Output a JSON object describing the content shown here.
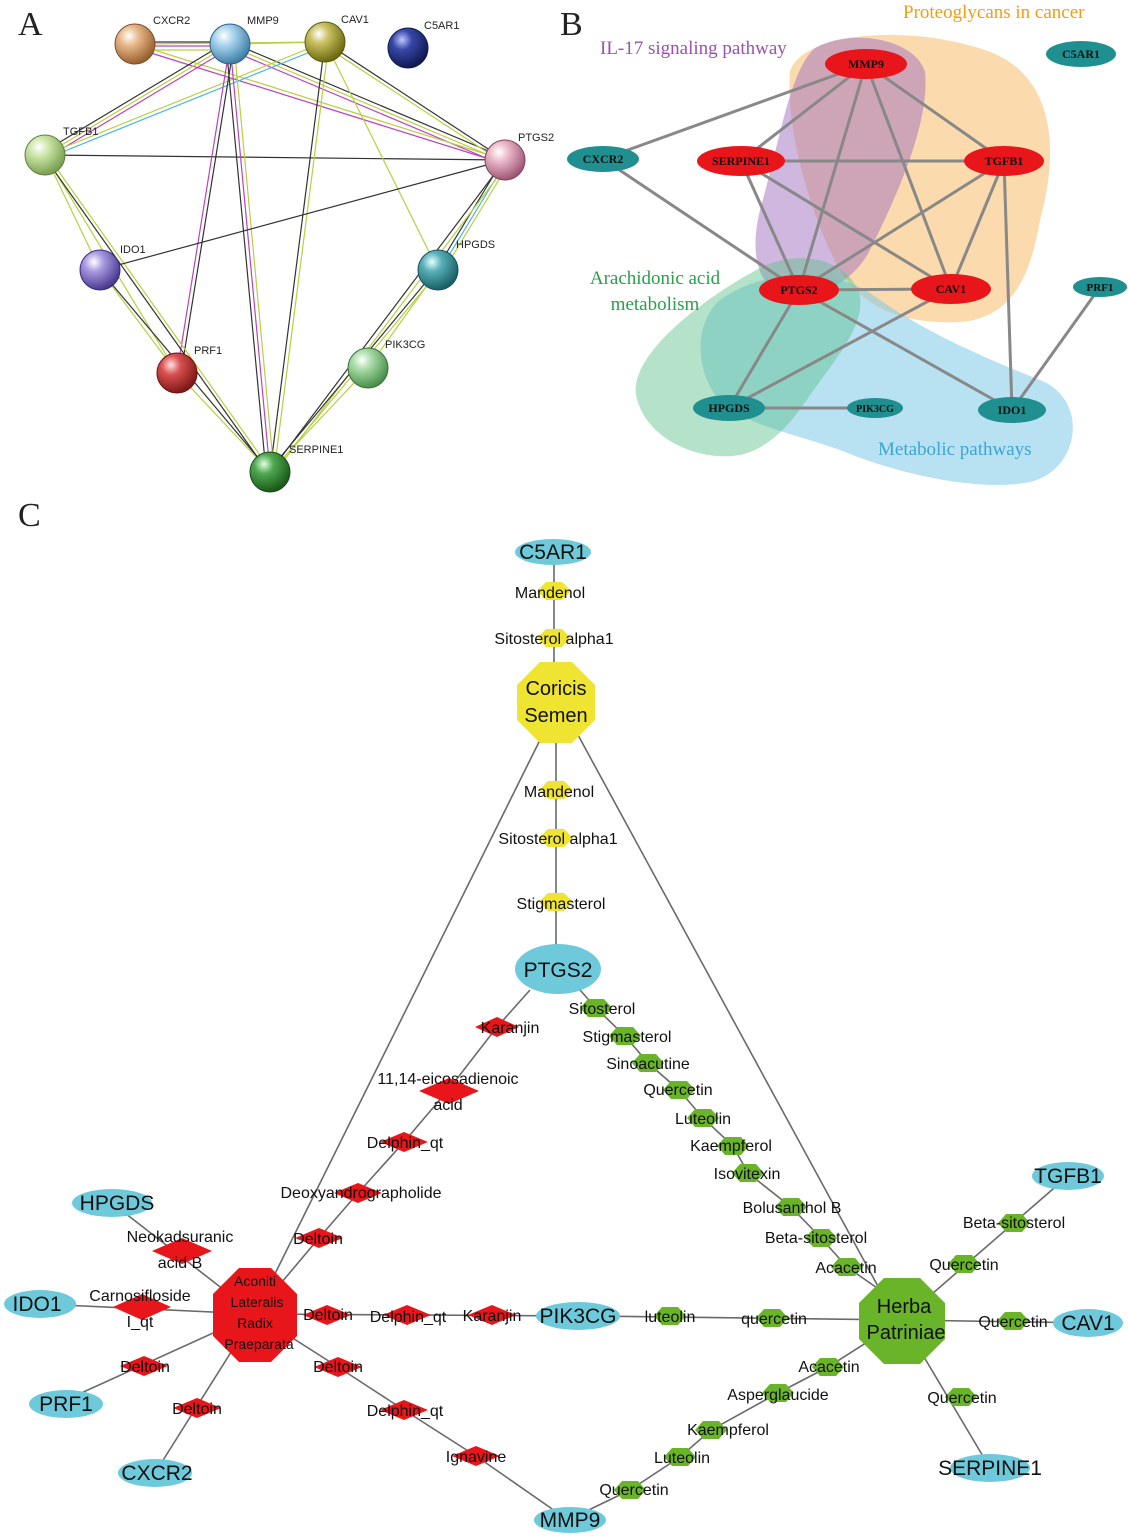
{
  "panels": {
    "a": {
      "letter": "A"
    },
    "b": {
      "letter": "B"
    },
    "c": {
      "letter": "C"
    }
  },
  "panel_a": {
    "nodes": [
      {
        "label": "CXCR2",
        "color": "#d8a070"
      },
      {
        "label": "MMP9",
        "color": "#8ec6e6"
      },
      {
        "label": "CAV1",
        "color": "#b8b040"
      },
      {
        "label": "C5AR1",
        "color": "#2a3a9a"
      },
      {
        "label": "TGFB1",
        "color": "#b8dc90"
      },
      {
        "label": "PTGS2",
        "color": "#e0a0b8"
      },
      {
        "label": "IDO1",
        "color": "#9080d0"
      },
      {
        "label": "HPGDS",
        "color": "#40a0a8"
      },
      {
        "label": "PRF1",
        "color": "#d04040"
      },
      {
        "label": "PIK3CG",
        "color": "#90d090"
      },
      {
        "label": "SERPINE1",
        "color": "#40a040"
      }
    ]
  },
  "panel_b": {
    "pathways": [
      {
        "label": "IL-17 signaling pathway",
        "color": "#9b4fb0"
      },
      {
        "label": "Proteoglycans in cancer",
        "color": "#f39c12"
      },
      {
        "label_line1": "Arachidonic acid",
        "label_line2": "metabolism",
        "color": "#27a04a"
      },
      {
        "label": "Metabolic pathways",
        "color": "#3aa6d8"
      }
    ],
    "nodes": [
      {
        "label": "MMP9",
        "color": "#e8151b"
      },
      {
        "label": "SERPINE1",
        "color": "#e8151b"
      },
      {
        "label": "TGFB1",
        "color": "#e8151b"
      },
      {
        "label": "PTGS2",
        "color": "#e8151b"
      },
      {
        "label": "CAV1",
        "color": "#e8151b"
      },
      {
        "label": "CXCR2",
        "color": "#1f8f8f"
      },
      {
        "label": "C5AR1",
        "color": "#1f8f8f"
      },
      {
        "label": "PRF1",
        "color": "#1f8f8f"
      },
      {
        "label": "HPGDS",
        "color": "#1f8f8f"
      },
      {
        "label": "PIK3CG",
        "color": "#1f8f8f"
      },
      {
        "label": "IDO1",
        "color": "#1f8f8f"
      }
    ]
  },
  "panel_c": {
    "colors": {
      "target": "#6ecadb",
      "coicis": "#f0e432",
      "aconiti": "#e8151b",
      "patriniae": "#6ab42a"
    },
    "herbs": {
      "coicis": {
        "line1": "Coricis",
        "line2": "Semen"
      },
      "aconiti": {
        "line1": "Aconiti",
        "line2": "Lateralis",
        "line3": "Radix",
        "line4": "Praeparata"
      },
      "patriniae": {
        "line1": "Herba",
        "line2": "Patriniae"
      }
    },
    "targets": {
      "c5ar1": "C5AR1",
      "ptgs2": "PTGS2",
      "hpgds": "HPGDS",
      "ido1": "IDO1",
      "prf1": "PRF1",
      "cxcr2": "CXCR2",
      "pik3cg": "PIK3CG",
      "mmp9": "MMP9",
      "tgfb1": "TGFB1",
      "cav1": "CAV1",
      "serpine1": "SERPINE1"
    },
    "yellow": {
      "top1": "Mandenol",
      "top2": "Sitosterol alpha1",
      "mid1": "Mandenol",
      "mid2": "Sitosterol alpha1",
      "mid3": "Stigmasterol"
    },
    "red": {
      "karanjin1": "Karanjin",
      "eicosa_l1": "11,14-eicosadienoic",
      "eicosa_l2": "acid",
      "delphin1": "Delphin_qt",
      "deoxy": "Deoxyandrographolide",
      "deltoin1": "Deltoin",
      "neok_l1": "Neokadsuranic",
      "neok_l2": "acid B",
      "carno_l1": "Carnosifloside",
      "carno_l2": "I_qt",
      "deltoin2": "Deltoin",
      "deltoin3": "Deltoin",
      "deltoin4": "Deltoin",
      "delphin2": "Delphin_qt",
      "karanjin2": "Karanjin",
      "deltoin5": "Deltoin",
      "delphin3": "Delphin_qt",
      "ignavine": "Ignavine"
    },
    "green": {
      "sitosterol": "Sitosterol",
      "stigmasterol": "Stigmasterol",
      "sinoacutine": "Sinoacutine",
      "quercetin1": "Quercetin",
      "luteolin1": "Luteolin",
      "kaempferol1": "Kaempferol",
      "isovitexin": "Isovitexin",
      "bolusanthol": "Bolusanthol B",
      "betasito1": "Beta-sitosterol",
      "acacetin1": "Acacetin",
      "luteolin2": "luteolin",
      "quercetin2": "quercetin",
      "betasito2": "Beta-sitosterol",
      "quercetin3": "Quercetin",
      "quercetin4": "Quercetin",
      "quercetin5": "Quercetin",
      "acacetin2": "Acacetin",
      "asperglaucide": "Asperglaucide",
      "kaempferol2": "Kaempferol",
      "luteolin3": "Luteolin",
      "quercetin6": "Quercetin"
    }
  }
}
